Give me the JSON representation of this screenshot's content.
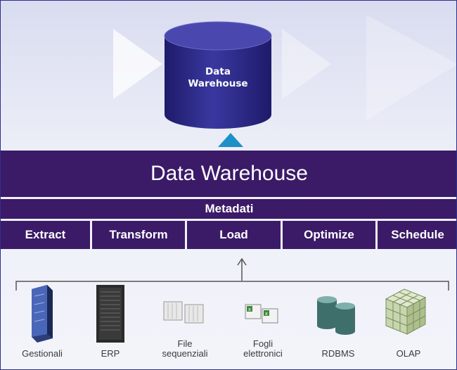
{
  "cylinder": {
    "label_line1": "Data",
    "label_line2": "Warehouse"
  },
  "title": "Data Warehouse",
  "metadata": "Metadati",
  "steps": [
    "Extract",
    "Transform",
    "Load",
    "Optimize",
    "Schedule"
  ],
  "sources": [
    {
      "line1": "Gestionali",
      "line2": "",
      "icon": "server-tower-icon"
    },
    {
      "line1": "ERP",
      "line2": "",
      "icon": "erp-server-icon"
    },
    {
      "line1": "File",
      "line2": "sequenziali",
      "icon": "sequential-files-icon"
    },
    {
      "line1": "Fogli",
      "line2": "elettronici",
      "icon": "spreadsheet-files-icon"
    },
    {
      "line1": "RDBMS",
      "line2": "",
      "icon": "database-cylinders-icon"
    },
    {
      "line1": "OLAP",
      "line2": "",
      "icon": "olap-cube-icon"
    }
  ],
  "colors": {
    "band": "#3b1a67",
    "cylinder": "#2d2a82",
    "arrow": "#1f8fc7",
    "frame": "#2e2f8c"
  }
}
